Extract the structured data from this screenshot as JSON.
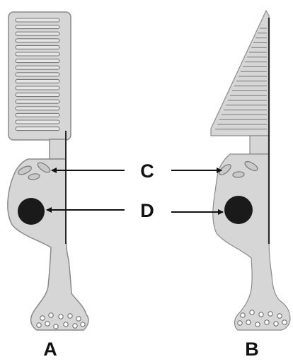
{
  "labels": {
    "rod": "A",
    "cone": "B",
    "mitochondria": "C",
    "nucleus": "D"
  },
  "colors": {
    "cell_fill": "#d6d6d6",
    "cell_outline": "#8a8a8a",
    "nucleus": "#1a1a1a",
    "arrow": "#111111",
    "membrane_line": "#2a2a2a"
  }
}
